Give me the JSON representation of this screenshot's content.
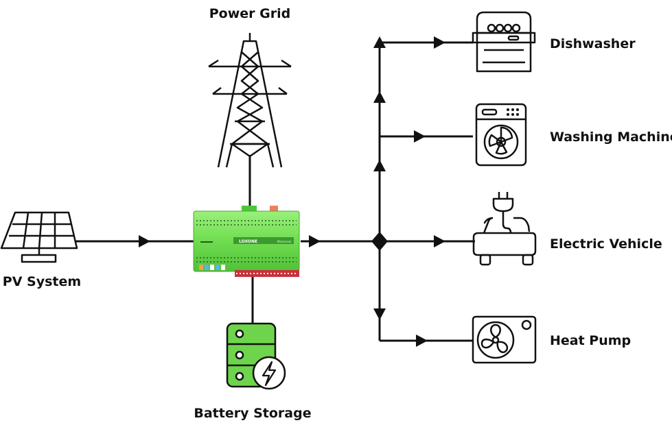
{
  "labels": {
    "power_grid": "Power Grid",
    "pv_system": "PV System",
    "battery_storage": "Battery Storage",
    "dishwasher": "Dishwasher",
    "washing_machine": "Washing Machine",
    "electric_vehicle": "Electric Vehicle",
    "heat_pump": "Heat Pump"
  },
  "controller": {
    "brand": "LOXONE",
    "model": "Miniserver"
  },
  "colors": {
    "line": "#111111",
    "controller_green": "#6fdc50",
    "battery_green": "#6ed44c",
    "terminal_red": "#c8323c",
    "terminal_orange": "#ee8060"
  },
  "icons": [
    "power-pylon-icon",
    "solar-panel-icon",
    "battery-storage-icon",
    "dishwasher-icon",
    "washing-machine-icon",
    "electric-vehicle-icon",
    "heat-pump-icon"
  ]
}
